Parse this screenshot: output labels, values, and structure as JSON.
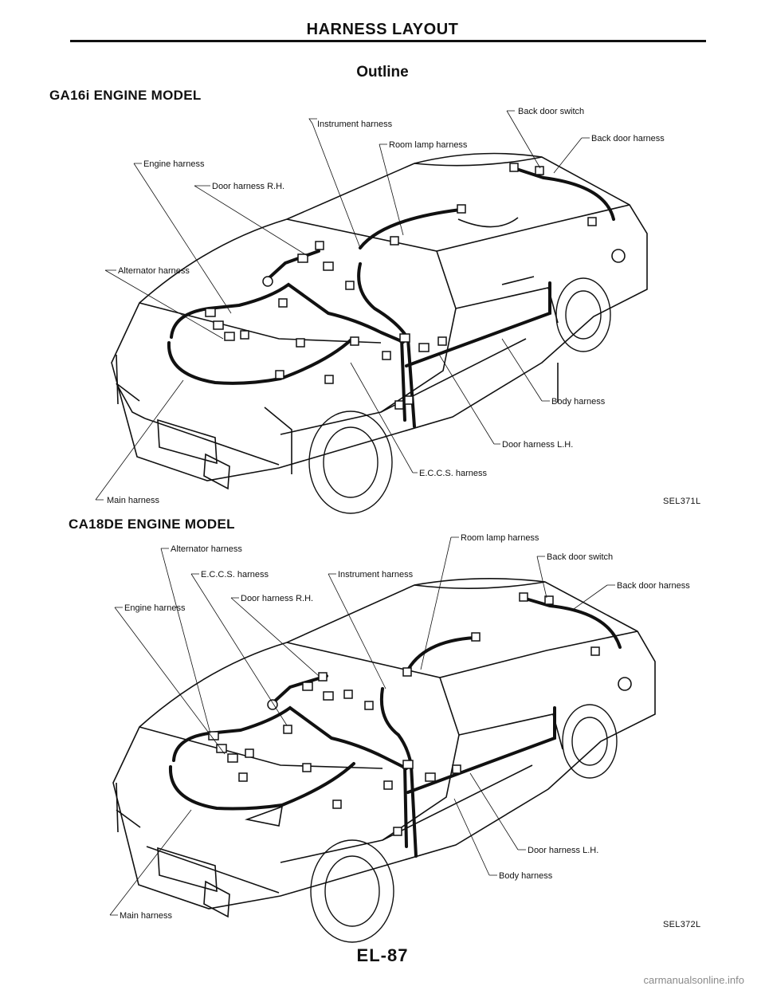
{
  "header": {
    "title": "HARNESS LAYOUT"
  },
  "subtitle": "Outline",
  "sections": [
    {
      "title": "GA16i ENGINE MODEL",
      "code": "SEL371L",
      "labels": [
        "Instrument harness",
        "Back door switch",
        "Room lamp harness",
        "Back door harness",
        "Engine harness",
        "Door harness R.H.",
        "Alternator harness",
        "Body harness",
        "Door harness L.H.",
        "E.C.C.S. harness",
        "Main harness"
      ]
    },
    {
      "title": "CA18DE ENGINE MODEL",
      "code": "SEL372L",
      "labels": [
        "Room lamp harness",
        "Alternator harness",
        "Back door switch",
        "E.C.C.S. harness",
        "Instrument harness",
        "Back door harness",
        "Door harness R.H.",
        "Engine harness",
        "Door harness L.H.",
        "Body harness",
        "Main harness"
      ]
    }
  ],
  "footer": {
    "page": "EL-87",
    "watermark": "carmanualsonline.info"
  }
}
